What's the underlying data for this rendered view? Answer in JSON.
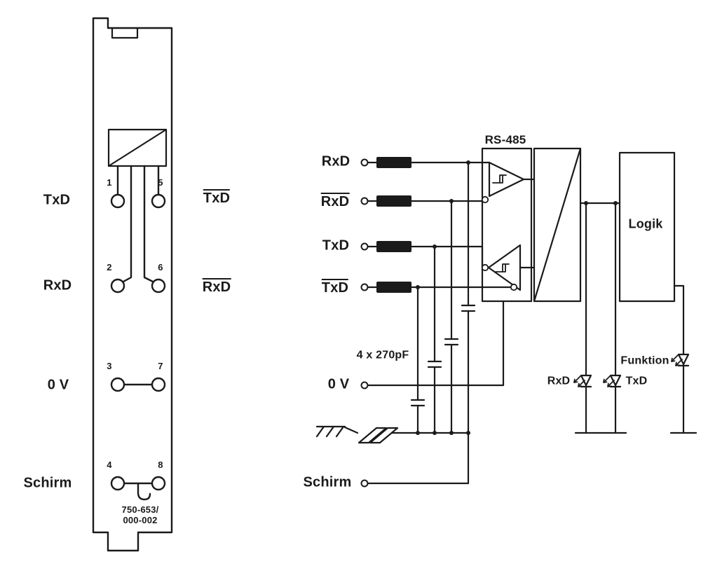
{
  "colors": {
    "ink": "#1a1a1a",
    "background": "#ffffff"
  },
  "module": {
    "part_number_line1": "750-653/",
    "part_number_line2": "000-002",
    "left_labels": {
      "txd": "TxD",
      "rxd": "RxD",
      "zero_v": "0 V",
      "schirm": "Schirm"
    },
    "right_labels": {
      "txd_bar": "TxD",
      "rxd_bar": "RxD"
    },
    "terminal_numbers": {
      "t1": "1",
      "t5": "5",
      "t2": "2",
      "t6": "6",
      "t3": "3",
      "t7": "7",
      "t4": "4",
      "t8": "8"
    }
  },
  "schematic": {
    "port_labels": {
      "rxd": "RxD",
      "rxd_bar": "RxD",
      "txd": "TxD",
      "txd_bar": "TxD",
      "zero_v": "0 V",
      "schirm": "Schirm"
    },
    "capacitor_label": "4 x 270pF",
    "bus_label": "RS-485",
    "logic_label": "Logik",
    "led_labels": {
      "rxd": "RxD",
      "txd": "TxD",
      "funktion": "Funktion"
    }
  }
}
